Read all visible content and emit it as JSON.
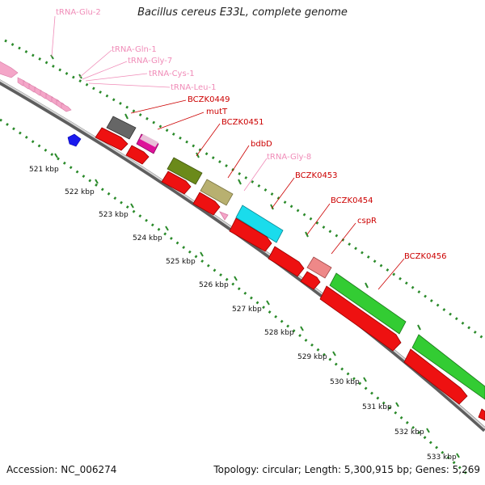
{
  "title": "Bacillus cereus E33L, complete genome",
  "footer": {
    "accession": "Accession: NC_006274",
    "topology": "Topology: circular; Length: 5,300,915 bp; Genes: 5,269"
  },
  "colors": {
    "trna": "#f4a6c8",
    "cds_strand": "#ee1111",
    "backbone": "#8c8c8c",
    "ticks": "#2a8a2a",
    "label_red": "#cc0000",
    "label_pink": "#f08cb8"
  },
  "ruler": {
    "unit_labels": [
      "521 kbp",
      "522 kbp",
      "523 kbp",
      "524 kbp",
      "525 kbp",
      "526 kbp",
      "527 kbp",
      "528 kbp",
      "529 kbp",
      "530 kbp",
      "531 kbp",
      "532 kbp",
      "533 kbp"
    ]
  },
  "features": [
    {
      "label": "tRNA-Glu-2",
      "type": "tRNA",
      "color": "#f4a6c8"
    },
    {
      "label": "tRNA-Gln-1",
      "type": "tRNA",
      "color": "#f4a6c8"
    },
    {
      "label": "tRNA-Gly-7",
      "type": "tRNA",
      "color": "#f4a6c8"
    },
    {
      "label": "tRNA-Cys-1",
      "type": "tRNA",
      "color": "#f4a6c8"
    },
    {
      "label": "tRNA-Leu-1",
      "type": "tRNA",
      "color": "#f4a6c8"
    },
    {
      "label": "BCZK0449",
      "type": "CDS",
      "color": "#666666"
    },
    {
      "label": "mutT",
      "type": "CDS",
      "color": "#dd1199"
    },
    {
      "label": "BCZK0451",
      "type": "CDS",
      "color": "#6b8a1a"
    },
    {
      "label": "bdbD",
      "type": "CDS",
      "color": "#b8b070"
    },
    {
      "label": "tRNA-Gly-8",
      "type": "tRNA",
      "color": "#f4a6c8"
    },
    {
      "label": "BCZK0453",
      "type": "CDS",
      "color": "#1adcec"
    },
    {
      "label": "BCZK0454",
      "type": "CDS",
      "color": "#ee1111"
    },
    {
      "label": "cspR",
      "type": "CDS",
      "color": "#ee8888"
    },
    {
      "label": "BCZK0456",
      "type": "CDS",
      "color": "#33cc33"
    }
  ]
}
